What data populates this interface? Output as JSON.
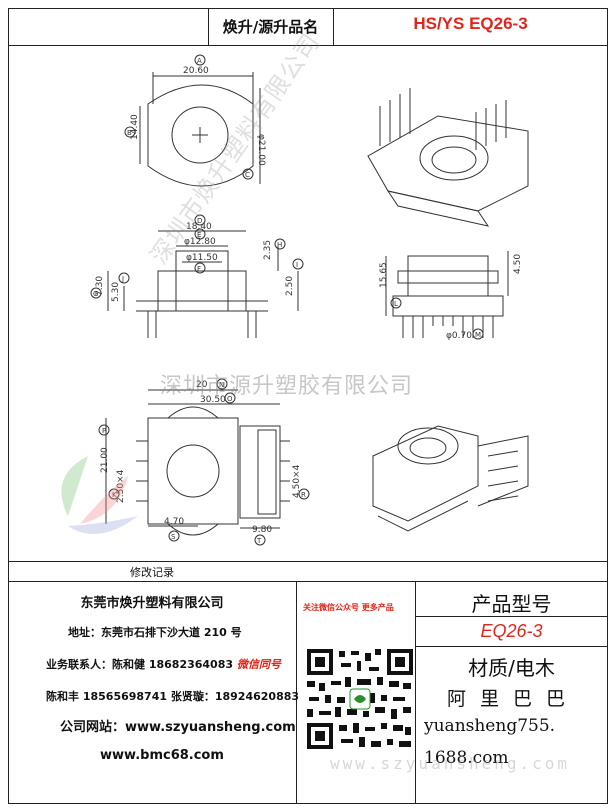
{
  "header": {
    "label": "焕升/源升品名",
    "product": "HS/YS EQ26-3"
  },
  "drawing": {
    "top_view": {
      "dim_width": "20.60",
      "dim_height": "14.40",
      "dim_dia": "φ21.00",
      "label_a": "A",
      "label_b": "B",
      "label_c": "C"
    },
    "front_view": {
      "dim_d": "18.40",
      "dim_e": "φ12.80",
      "dim_f": "φ11.50",
      "dim_h": "2.35",
      "dim_i": "2.50",
      "dim_g": "7.30",
      "dim_j": "5.30",
      "label_d": "D",
      "label_e": "E",
      "label_f": "F",
      "label_g": "G",
      "label_h": "H",
      "label_i": "I",
      "label_j": "J"
    },
    "side_view": {
      "dim_height": "15.65",
      "dim_right": "4.50",
      "dim_pin": "φ0.70",
      "label_l": "L",
      "label_m": "M"
    },
    "bottom_view": {
      "dim_top1": "30.50",
      "dim_top2": "20",
      "dim_left": "21.00",
      "dim_pins": "2.50×4",
      "dim_right": "4.50×4",
      "dim_s": "4.70",
      "dim_t": "9.80",
      "label_n": "N",
      "label_o": "O",
      "label_p": "P",
      "label_k": "K",
      "label_r": "R",
      "label_s": "S",
      "label_t": "T"
    }
  },
  "watermark": {
    "company": "深圳市源升塑胶有限公司",
    "diag": "深圳市焕升塑料有限公司"
  },
  "revision": {
    "label": "修改记录"
  },
  "footer": {
    "company": "东莞市焕升塑料有限公司",
    "address": "地址：东莞市石排下沙大道 210 号",
    "contact1": "业务联系人：陈和健 18682364083",
    "contact1_tag": "微信同号",
    "contact2": "陈和丰  18565698741  张贤璇：18924620883",
    "website": "公司网站：www.szyuansheng.com",
    "website2": "www.bmc68.com",
    "wechat_note": "关注微信公众号  更多产品",
    "model_label": "产品型号",
    "model_value": "EQ26-3",
    "material": "材质/电木",
    "alibaba": "阿里巴巴",
    "store_url1": "yuansheng755.",
    "store_url2": "1688.com",
    "bottom_wm": "www.szyuansheng.com"
  }
}
